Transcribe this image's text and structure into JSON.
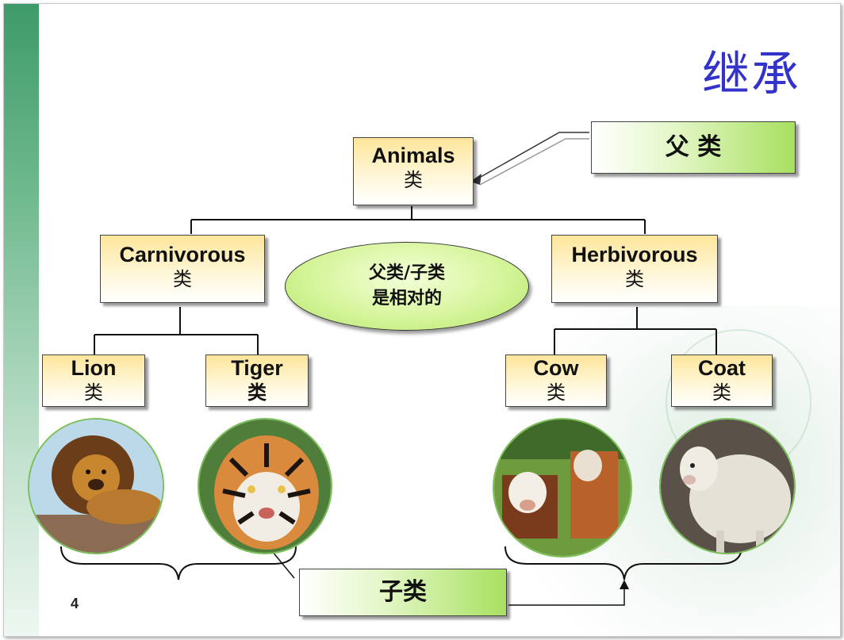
{
  "title": "继承",
  "nodes": {
    "animals": {
      "en": "Animals",
      "zh": "类"
    },
    "carnivorous": {
      "en": "Carnivorous",
      "zh": "类"
    },
    "herbivorous": {
      "en": "Herbivorous",
      "zh": "类"
    },
    "lion": {
      "en": "Lion",
      "zh": "类"
    },
    "tiger": {
      "en": "Tiger",
      "zh": "类"
    },
    "cow": {
      "en": "Cow",
      "zh": "类"
    },
    "coat": {
      "en": "Coat",
      "zh": "类"
    }
  },
  "callouts": {
    "parent": "父 类",
    "child": "子类"
  },
  "relative_note": {
    "line1": "父类/子类",
    "line2": "是相对的"
  },
  "page_number": "4"
}
